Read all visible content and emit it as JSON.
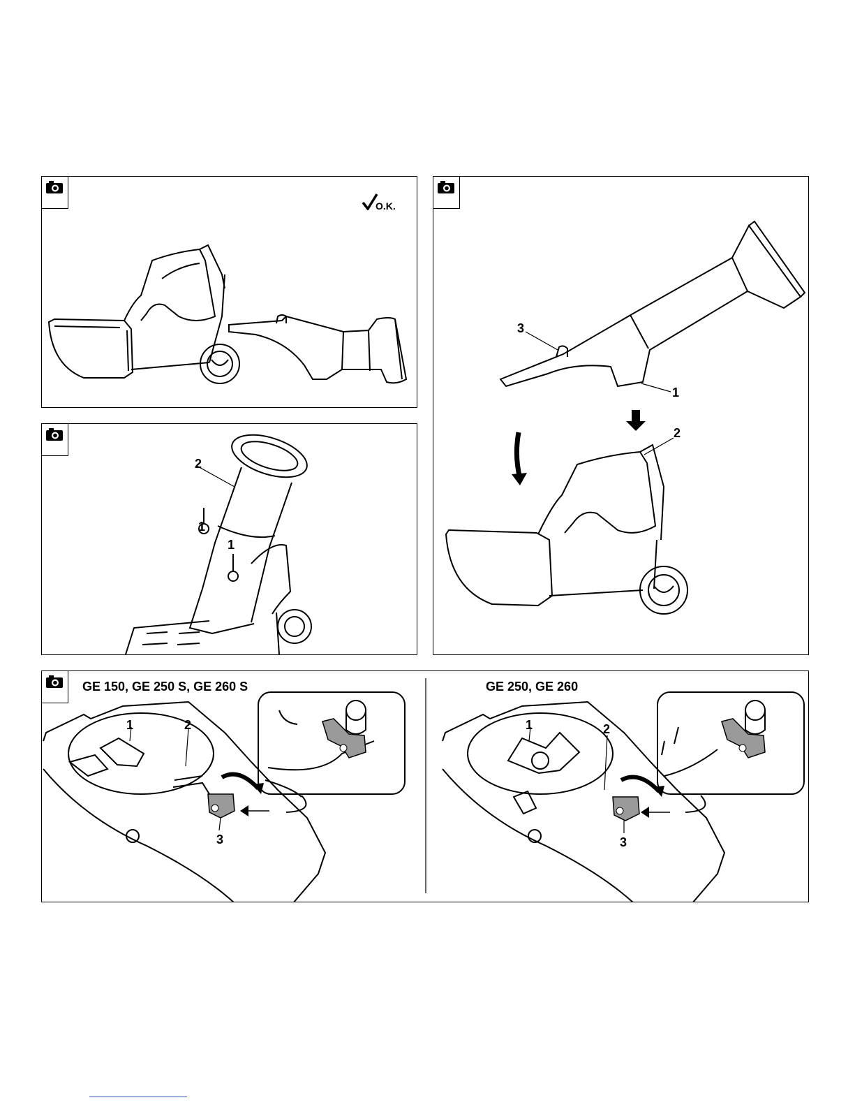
{
  "panels": {
    "p1": {
      "ok_text": "O.K."
    },
    "p2": {
      "labels": [
        "2",
        "1",
        "1"
      ]
    },
    "p3": {
      "labels": [
        "3",
        "1",
        "2"
      ]
    },
    "p4": {
      "left_title": "GE 150, GE 250 S, GE 260 S",
      "right_title": "GE 250, GE 260",
      "left_labels": [
        "1",
        "2",
        "3"
      ],
      "right_labels": [
        "1",
        "2",
        "3"
      ]
    }
  },
  "icons": [
    "camera-icon",
    "checkmark-icon",
    "arrow-down-icon",
    "curved-arrow-icon"
  ],
  "colors": {
    "line": "#000000",
    "part_fill": "#9a9a9a",
    "background": "#ffffff"
  }
}
